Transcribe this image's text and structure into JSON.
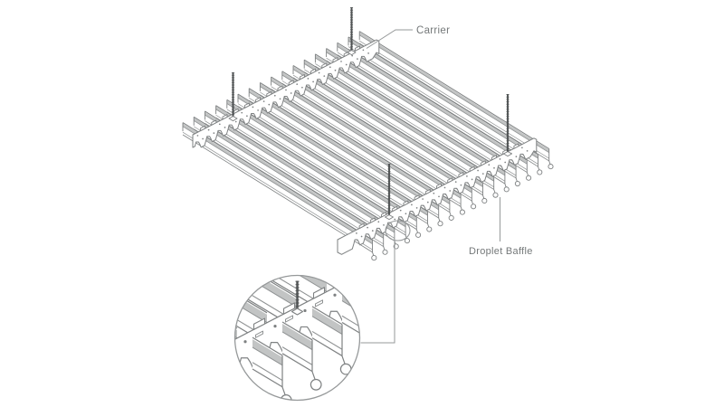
{
  "figure": {
    "type": "isometric technical line illustration",
    "subject": "Suspended droplet-baffle ceiling system with carriers, hanger rods and magnified connection detail",
    "background": "#ffffff"
  },
  "labels": {
    "carrier": "Carrier",
    "droplet_baffle": "Droplet Baffle"
  },
  "components": {
    "carrier_count": 2,
    "baffle_count": 17,
    "hanger_rod_count": 4,
    "detail_callout": "circular magnified view of carrier-to-baffle connection"
  },
  "colors": {
    "line": "#7e8182",
    "line_soft": "#8f9293",
    "line_dark": "#606364",
    "stripe": "#c2c4c4",
    "rod": "#505354",
    "rod_edge": "#7a7d7e",
    "leader": "#96999a",
    "text": "#747879",
    "background": "#ffffff"
  }
}
